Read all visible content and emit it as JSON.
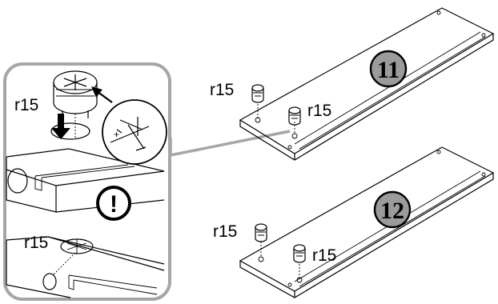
{
  "callout": {
    "label_top": "r15",
    "label_bottom": "r15",
    "warning_symbol": "!",
    "icons": [
      "cam-lock-icon",
      "exploded-cam-lock-icon",
      "warning-icon",
      "arrow-icon"
    ]
  },
  "panel_11": {
    "number": "11",
    "label_left": "r15",
    "label_right": "r15"
  },
  "panel_12": {
    "number": "12",
    "label_left": "r15",
    "label_right": "r15"
  },
  "colors": {
    "frame": "#a6a6a6",
    "badge_fill": "#9b9b9b",
    "line": "#000000",
    "background": "#ffffff"
  }
}
